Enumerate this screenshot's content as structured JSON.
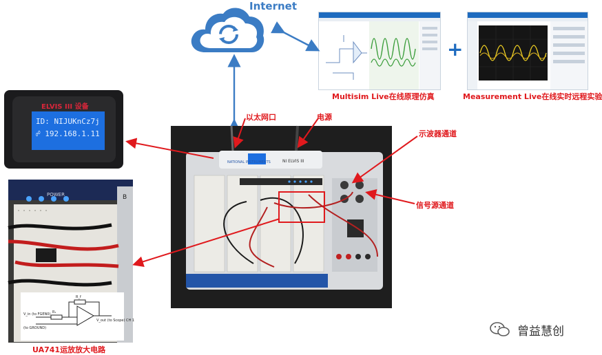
{
  "labels": {
    "internet": "Internet",
    "multisim": "Multisim Live在线原理仿真",
    "measurement": "Measurement Live在线实时远程实验",
    "ethernet": "以太网口",
    "power": "电源",
    "oscilloscope": "示波器通道",
    "signal_source": "信号源通道",
    "ua741": "UA741运放放大电路",
    "watermark": "曾益慧创"
  },
  "lcd": {
    "header": "ELVIS III 设备",
    "id_line": "ID: NIJUKnCz7j",
    "ip_line": "192.168.1.11"
  },
  "device": {
    "brand_line1": "NATIONAL",
    "brand_line2": "INSTRUMENTS",
    "model": "NI ELVIS III"
  },
  "breadboard": {
    "power_label": "POWER",
    "plus": "+",
    "b_label": "B"
  },
  "schematic": {
    "r1": "R₁",
    "rf": "R_f",
    "vin": "V_in (to FGEN0)",
    "gnd": "(to GROUND)",
    "vout": "V_out (to Scope) CH 1"
  },
  "colors": {
    "accent_red": "#e0191d",
    "cloud_blue": "#3b7cc4",
    "arrow_blue": "#3b7cc4",
    "lcd_blue": "#1d6fe0"
  },
  "icons": {
    "cloud": "cloud-sync-icon",
    "plus": "plus-icon",
    "wechat": "wechat-icon"
  }
}
